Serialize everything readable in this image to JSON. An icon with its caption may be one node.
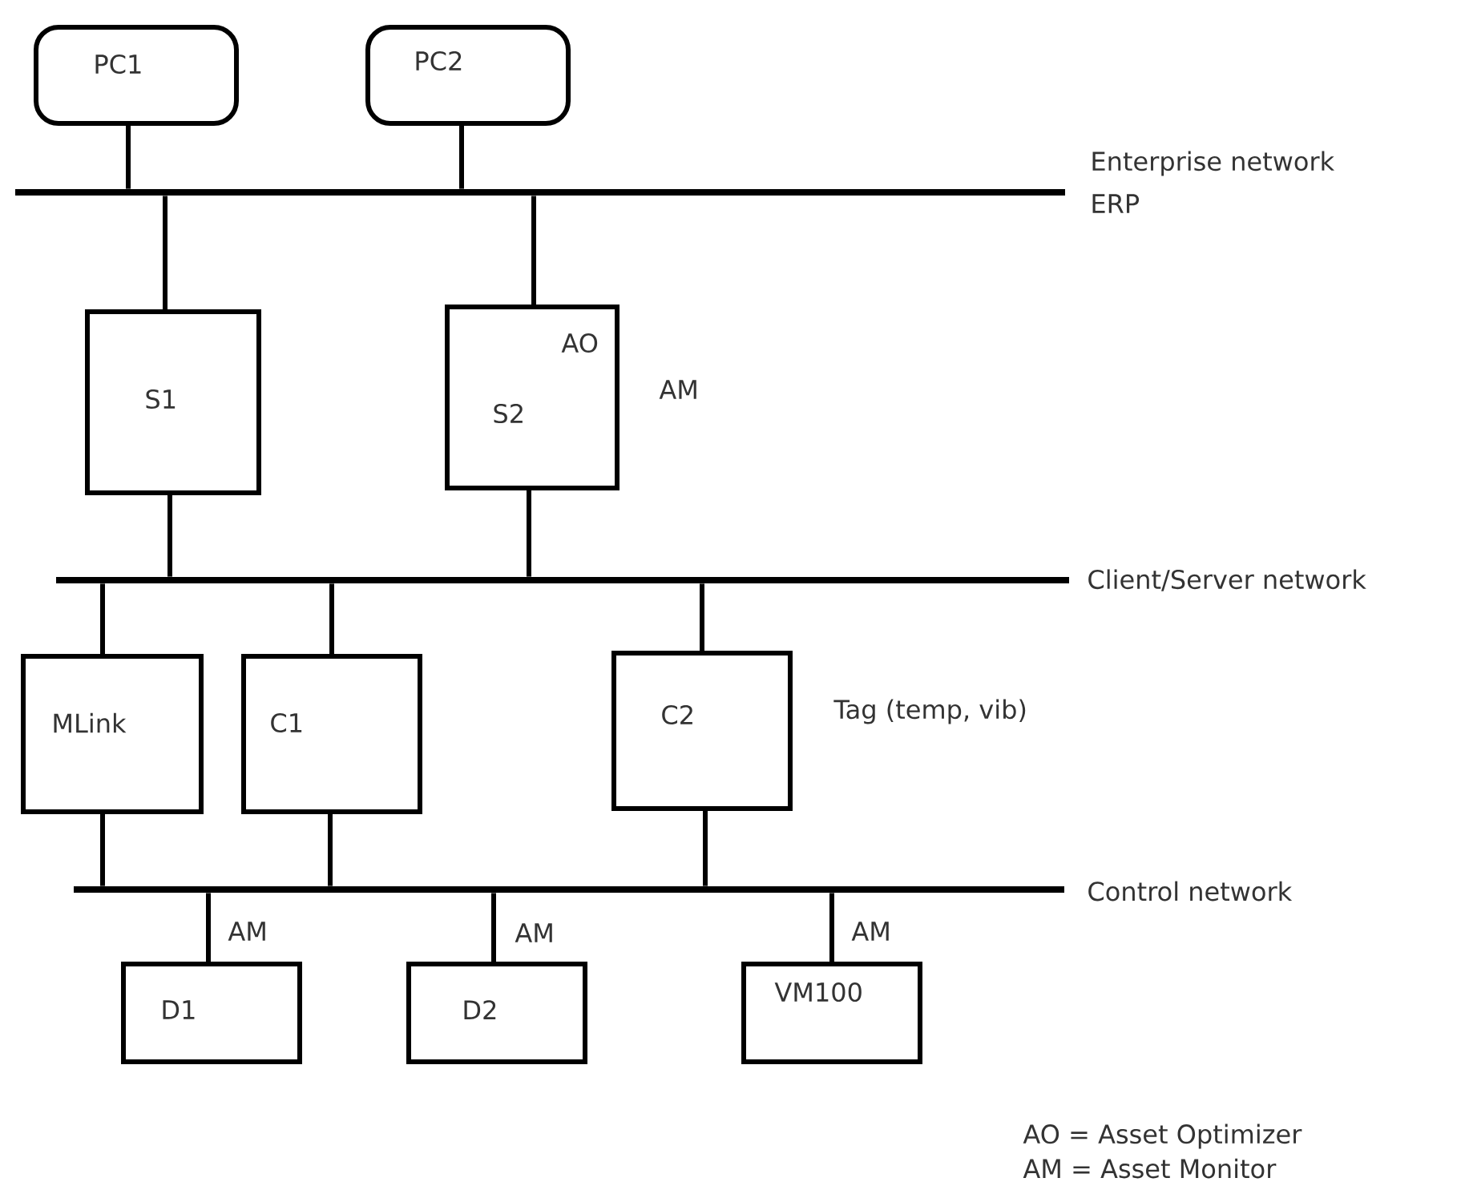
{
  "diagram": {
    "nodes": [
      {
        "text": [
          "PC1"
        ]
      },
      {
        "text": [
          "PC2"
        ]
      },
      {
        "text": [],
        "shape": "bar",
        "beside": [
          "Enterprise network",
          "ERP"
        ]
      },
      {
        "text": [
          "S1"
        ]
      },
      {
        "text": [
          "AO",
          "S2"
        ],
        "beside": [
          "AM"
        ]
      },
      {
        "text": [],
        "shape": "bar",
        "beside": [
          "Client/Server network"
        ]
      },
      {
        "text": [
          "MLink"
        ]
      },
      {
        "text": [
          "C1"
        ]
      },
      {
        "text": [
          "C2"
        ],
        "beside": [
          "Tag (temp, vib)"
        ]
      },
      {
        "text": [],
        "shape": "bar",
        "beside": [
          "Control network"
        ]
      },
      {
        "text": [
          "D1"
        ]
      },
      {
        "text": [
          "D2"
        ]
      },
      {
        "text": [
          "VM100"
        ]
      }
    ],
    "edges": [
      {
        "from": 0,
        "to": 2,
        "arrow": "none"
      },
      {
        "from": 1,
        "to": 2,
        "arrow": "none"
      },
      {
        "from": 2,
        "to": 3,
        "arrow": "none"
      },
      {
        "from": 2,
        "to": 4,
        "arrow": "none"
      },
      {
        "from": 3,
        "to": 5,
        "arrow": "none"
      },
      {
        "from": 4,
        "to": 5,
        "arrow": "none"
      },
      {
        "from": 5,
        "to": 6,
        "arrow": "none"
      },
      {
        "from": 5,
        "to": 7,
        "arrow": "none"
      },
      {
        "from": 5,
        "to": 8,
        "arrow": "none"
      },
      {
        "from": 6,
        "to": 9,
        "arrow": "none"
      },
      {
        "from": 7,
        "to": 9,
        "arrow": "none"
      },
      {
        "from": 8,
        "to": 9,
        "arrow": "none"
      },
      {
        "from": 9,
        "to": 10,
        "label": "AM",
        "arrow": "none"
      },
      {
        "from": 9,
        "to": 11,
        "label": "AM",
        "arrow": "none"
      },
      {
        "from": 9,
        "to": 12,
        "label": "AM",
        "arrow": "none"
      }
    ],
    "labels": [
      "AO = Asset Optimizer",
      "AM = Asset Monitor"
    ]
  }
}
